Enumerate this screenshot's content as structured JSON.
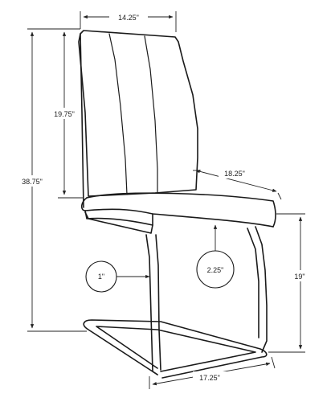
{
  "dimensions": {
    "top_width": "14.25\"",
    "backrest_height": "19.75\"",
    "overall_height": "38.75\"",
    "seat_depth": "18.25\"",
    "seat_height": "19\"",
    "base_depth": "17.25\""
  },
  "callouts": {
    "tube_diameter": "1\"",
    "cushion_thickness": "2.25\""
  }
}
